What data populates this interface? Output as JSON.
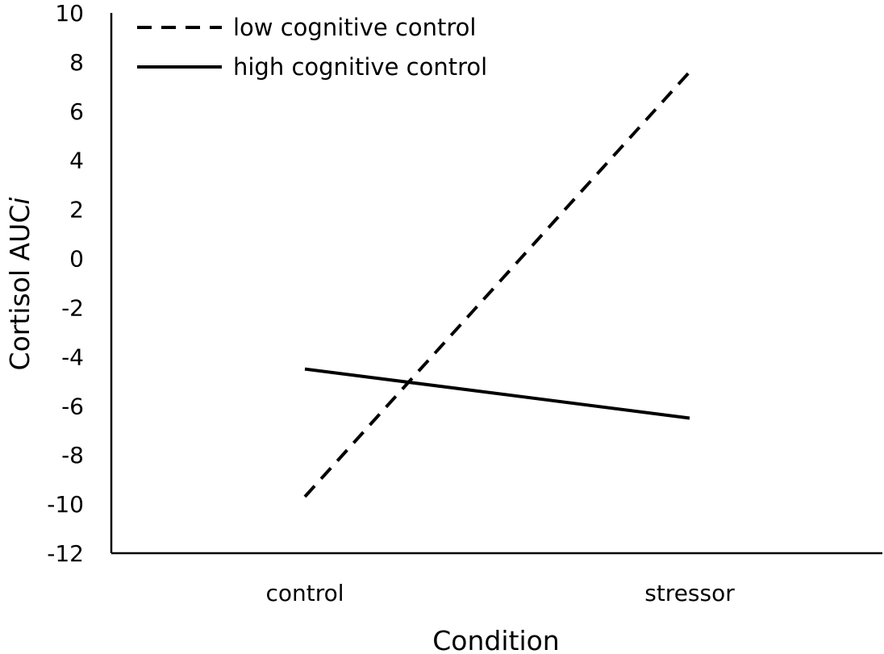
{
  "chart_data": {
    "type": "line",
    "title": "",
    "xlabel": "Condition",
    "ylabel": "Cortisol AUC",
    "ylabel_italic_suffix": "i",
    "categories": [
      "control",
      "stressor"
    ],
    "ylim": [
      -12,
      10
    ],
    "yticks": [
      10,
      8,
      6,
      4,
      2,
      0,
      -2,
      -4,
      -6,
      -8,
      -10,
      -12
    ],
    "ytick_labels": [
      "10",
      "8",
      "6",
      "4",
      "2",
      "0",
      "-2",
      "-4",
      "-6",
      "-8",
      "-10",
      "-12"
    ],
    "grid": false,
    "legend_position": "top-left",
    "series": [
      {
        "name": "low cognitive control",
        "style": "dashed",
        "color": "#000000",
        "values": [
          -9.7,
          7.6
        ]
      },
      {
        "name": "high cognitive control",
        "style": "solid",
        "color": "#000000",
        "values": [
          -4.5,
          -6.5
        ]
      }
    ]
  }
}
